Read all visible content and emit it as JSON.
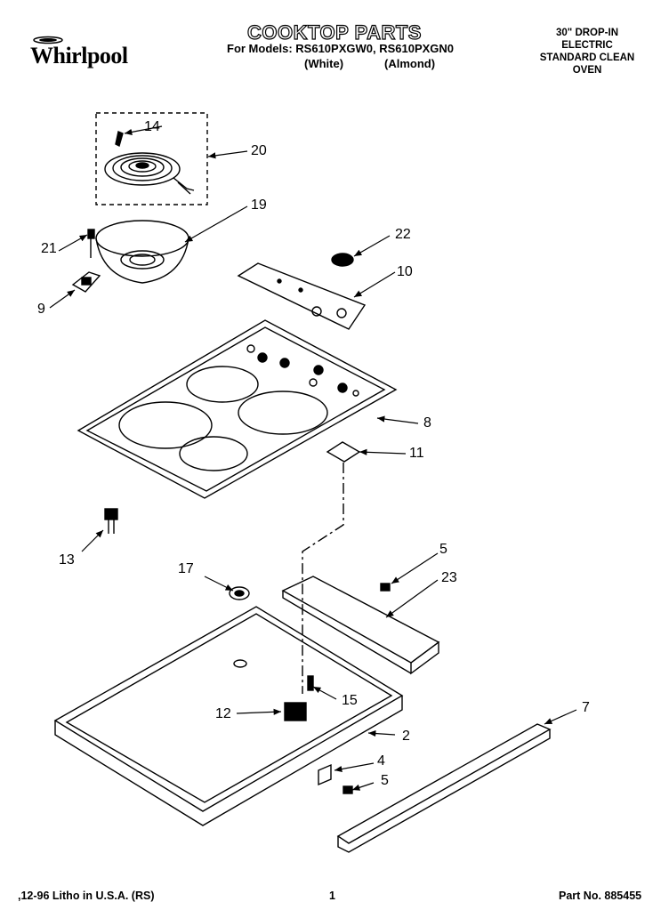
{
  "header": {
    "brand": "Whirlpool",
    "title": "COOKTOP PARTS",
    "models_line": "For Models: RS610PXGW0, RS610PXGN0",
    "color_white": "(White)",
    "color_almond": "(Almond)",
    "desc_lines": [
      "30\" DROP-IN",
      "ELECTRIC",
      "STANDARD CLEAN",
      "OVEN"
    ]
  },
  "callouts": {
    "c14": "14",
    "c20": "20",
    "c19": "19",
    "c21": "21",
    "c9": "9",
    "c22": "22",
    "c10": "10",
    "c8": "8",
    "c11": "11",
    "c13": "13",
    "c5a": "5",
    "c23": "23",
    "c17": "17",
    "c15": "15",
    "c12": "12",
    "c7": "7",
    "c2": "2",
    "c4": "4",
    "c5b": "5"
  },
  "footer": {
    "litho": ",12-96 Litho in U.S.A. (RS)",
    "page": "1",
    "part_no": "Part No. 885455"
  },
  "colors": {
    "ink": "#000000",
    "paper": "#ffffff"
  }
}
